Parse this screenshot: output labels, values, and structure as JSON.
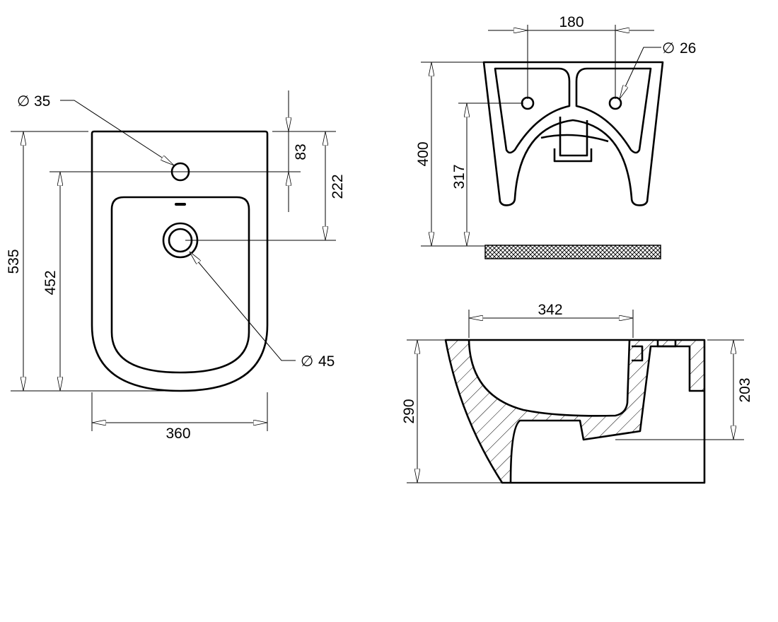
{
  "drawing": {
    "top_view": {
      "hole_small": "35",
      "hole_large": "45",
      "dim_83": "83",
      "dim_222": "222",
      "dim_535": "535",
      "dim_452": "452",
      "dim_360": "360",
      "diameter_symbol": "∅"
    },
    "front_view": {
      "dim_180": "180",
      "hole": "26",
      "dim_400": "400",
      "dim_317": "317",
      "diameter_symbol": "∅"
    },
    "side_section": {
      "dim_342": "342",
      "dim_290": "290",
      "dim_203": "203"
    },
    "colors": {
      "line": "#000000",
      "background": "#ffffff"
    }
  }
}
